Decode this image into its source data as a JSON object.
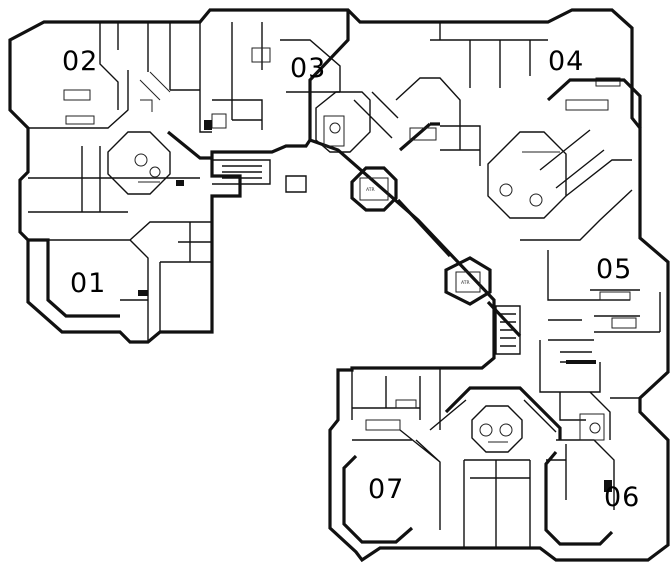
{
  "units": [
    {
      "id": "unit-01",
      "label": "01"
    },
    {
      "id": "unit-02",
      "label": "02"
    },
    {
      "id": "unit-03",
      "label": "03"
    },
    {
      "id": "unit-04",
      "label": "04"
    },
    {
      "id": "unit-05",
      "label": "05"
    },
    {
      "id": "unit-06",
      "label": "06"
    },
    {
      "id": "unit-07",
      "label": "07"
    }
  ],
  "elevators": [
    {
      "label": "ATR"
    },
    {
      "label": "ATR"
    }
  ]
}
